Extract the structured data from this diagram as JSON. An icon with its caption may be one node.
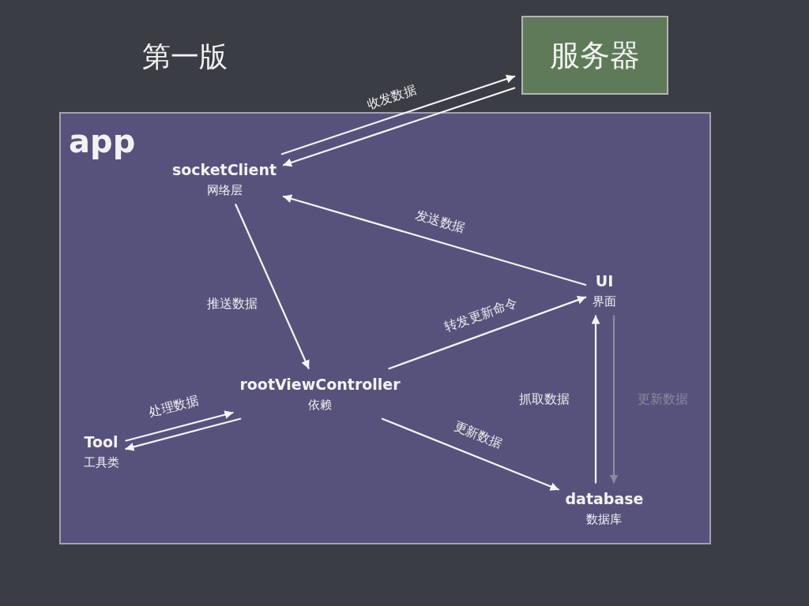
{
  "diagram": {
    "title": "第一版",
    "nodes": [
      {
        "text": [
          "服务器"
        ]
      },
      {
        "text": [
          "app"
        ]
      },
      {
        "text": [
          "socketClient",
          "网络层"
        ],
        "in": 1
      },
      {
        "text": [
          "UI",
          "界面"
        ],
        "in": 1
      },
      {
        "text": [
          "rootViewController",
          "依赖"
        ],
        "in": 1
      },
      {
        "text": [
          "Tool",
          "工具类"
        ],
        "in": 1
      },
      {
        "text": [
          "database",
          "数据库"
        ],
        "in": 1
      }
    ],
    "edges": [
      {
        "from": 2,
        "to": 0,
        "arrow": "to",
        "label": "收发数据"
      },
      {
        "from": 0,
        "to": 2,
        "arrow": "to"
      },
      {
        "from": 3,
        "to": 2,
        "arrow": "to",
        "label": "发送数据"
      },
      {
        "from": 2,
        "to": 4,
        "arrow": "to",
        "label": "推送数据"
      },
      {
        "from": 4,
        "to": 3,
        "arrow": "to",
        "label": "转发更新命令"
      },
      {
        "from": 5,
        "to": 4,
        "arrow": "to",
        "label": "处理数据"
      },
      {
        "from": 4,
        "to": 5,
        "arrow": "to"
      },
      {
        "from": 4,
        "to": 6,
        "arrow": "to",
        "label": "更新数据"
      },
      {
        "from": 6,
        "to": 3,
        "arrow": "to",
        "label": "抓取数据"
      },
      {
        "from": 3,
        "to": 6,
        "arrow": "to",
        "label": "更新数据",
        "color": "#8c8a9c"
      }
    ]
  }
}
